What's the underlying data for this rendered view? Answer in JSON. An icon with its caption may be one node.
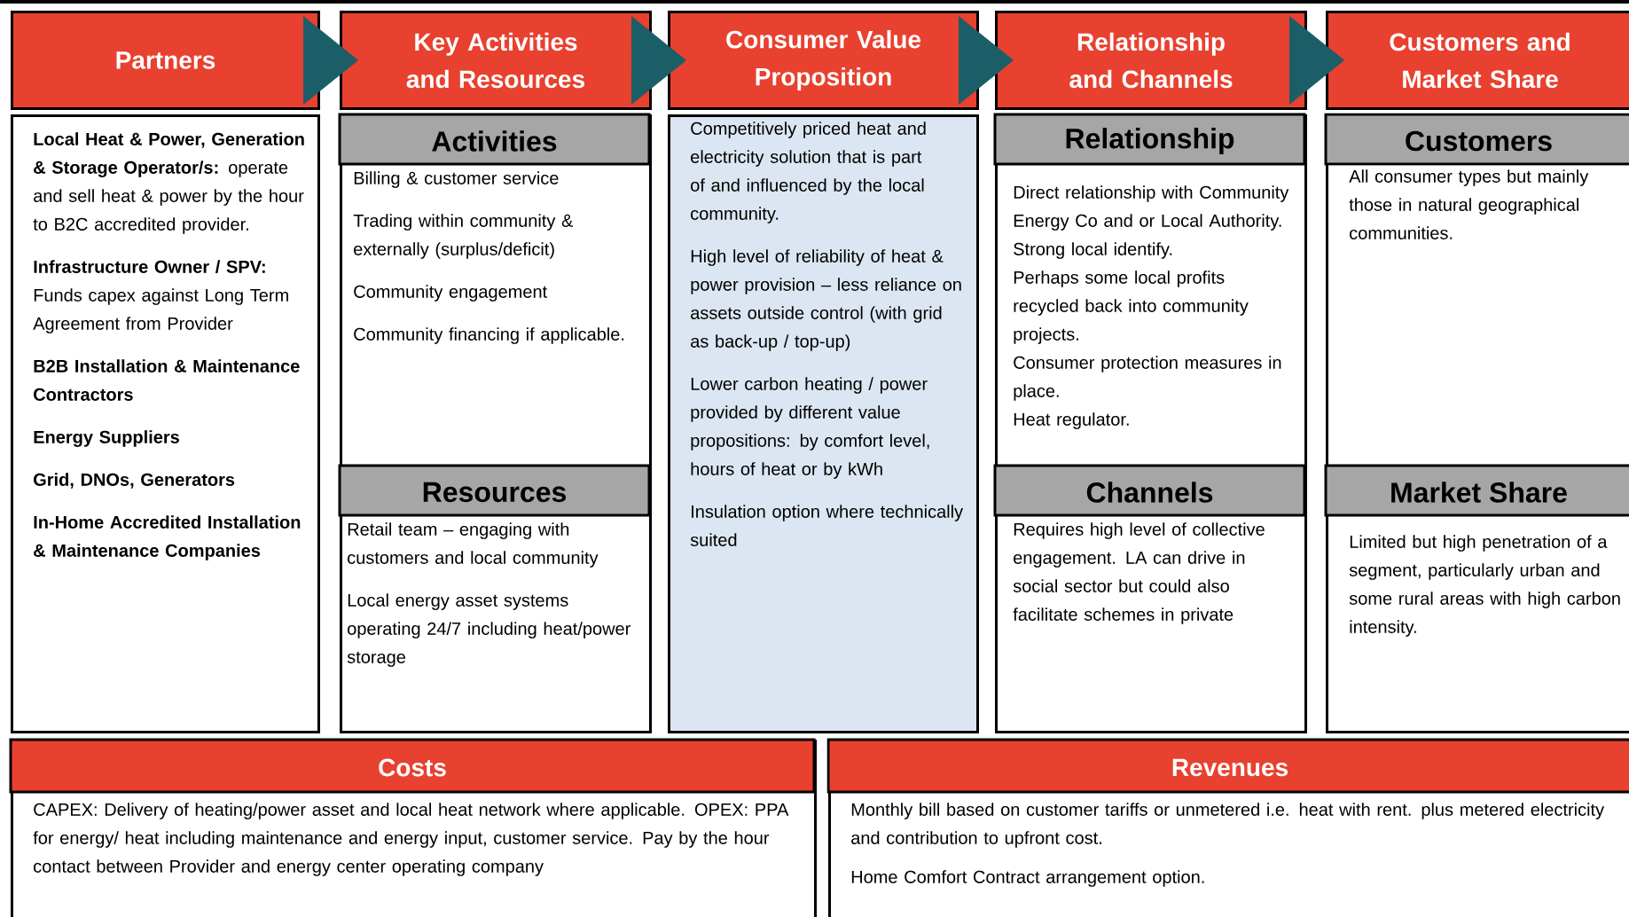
{
  "diagram": {
    "nodes": [
      {
        "text": [
          "Partners"
        ]
      },
      {
        "text": [
          "Key Activities and Resources"
        ]
      },
      {
        "text": [
          "Consumer Value Proposition"
        ]
      },
      {
        "text": [
          "Relationship and Channels"
        ]
      },
      {
        "text": [
          "Customers and Market Share"
        ]
      },
      {
        "text": [
          "**Local Heat & Power, Generation & Storage Operator/s:** operate and sell heat & power by the hour to B2C accredited provider.",
          "**Infrastructure Owner / SPV:** Funds capex against Long Term Agreement from Provider",
          "B2B Installation & Maintenance Contractors",
          "Energy Suppliers",
          "Grid, DNOs, Generators",
          "In-Home Accredited Installation & Maintenance Companies"
        ]
      },
      {
        "text": [
          "Activities",
          "Billing & customer service",
          "Trading within community & externally (surplus/deficit)",
          "Community engagement",
          "Community financing if applicable."
        ]
      },
      {
        "text": [
          "Resources",
          "Retail team – engaging with customers and local community",
          "Local energy asset systems operating 24/7 including heat/power storage"
        ]
      },
      {
        "text": [
          "Competitively priced heat and electricity solution that is part of and influenced by the local community.",
          "High level of reliability of heat & power provision – less reliance on assets outside control (with grid as back-up / top-up)",
          "Lower carbon heating / power provided by different value propositions: by comfort level, hours of heat or by kWh",
          "Insulation option where technically suited"
        ]
      },
      {
        "text": [
          "Relationship",
          "Direct relationship with Community Energy Co and or Local Authority.",
          "Strong local identify.",
          "Perhaps some local profits recycled back into community projects.",
          "Consumer protection measures in place.",
          "Heat regulator."
        ]
      },
      {
        "text": [
          "Channels",
          "Requires high level of collective engagement. LA can drive in social sector but could also facilitate schemes in private"
        ]
      },
      {
        "text": [
          "Customers",
          "All consumer types but mainly those in natural geographical communities."
        ]
      },
      {
        "text": [
          "Market Share",
          "Limited but high penetration of a segment, particularly urban and some rural areas with high carbon intensity."
        ]
      },
      {
        "text": [
          "Costs",
          "CAPEX: Delivery of heating/power asset and local heat network where applicable. OPEX: PPA for energy/ heat including maintenance and energy input, customer service. Pay by the hour contact between Provider and energy center operating company"
        ]
      },
      {
        "text": [
          "Revenues",
          "Monthly bill based on customer tariffs or unmetered i.e. heat with rent. plus metered electricity and contribution to upfront cost.",
          "Home Comfort Contract arrangement option."
        ]
      }
    ],
    "edges": [
      {
        "from": 0,
        "to": 1,
        "arrow": "to"
      },
      {
        "from": 1,
        "to": 2,
        "arrow": "to"
      },
      {
        "from": 2,
        "to": 3,
        "arrow": "to"
      },
      {
        "from": 3,
        "to": 4,
        "arrow": "to"
      }
    ]
  }
}
